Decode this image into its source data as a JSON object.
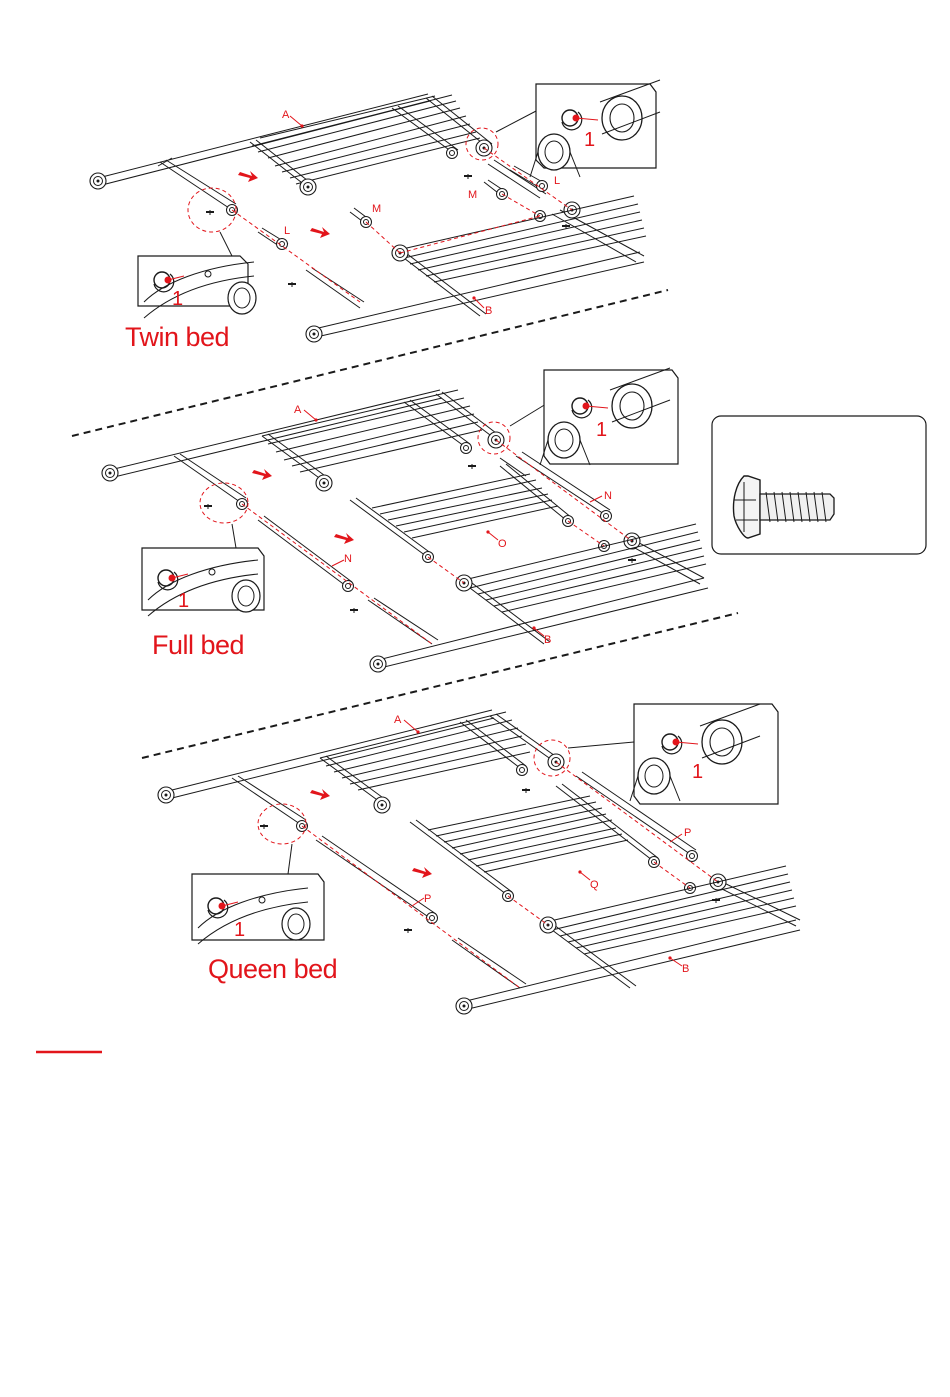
{
  "sections": [
    {
      "title": "Twin bed",
      "part_labels": {
        "headboard": "A",
        "footboard": "B",
        "rail": "L",
        "connector": "M"
      },
      "screw_count": "1"
    },
    {
      "title": "Full bed",
      "part_labels": {
        "headboard": "A",
        "footboard": "B",
        "rail": "N",
        "center": "O"
      },
      "screw_count": "1"
    },
    {
      "title": "Queen bed",
      "part_labels": {
        "headboard": "A",
        "footboard": "B",
        "rail": "P",
        "center": "Q"
      },
      "screw_count": "1"
    }
  ],
  "colors": {
    "annotation": "#e2151b",
    "line": "#1a1a1a"
  },
  "icons": {
    "screw": "screw-icon",
    "direction_arrow": "arrow-icon"
  }
}
